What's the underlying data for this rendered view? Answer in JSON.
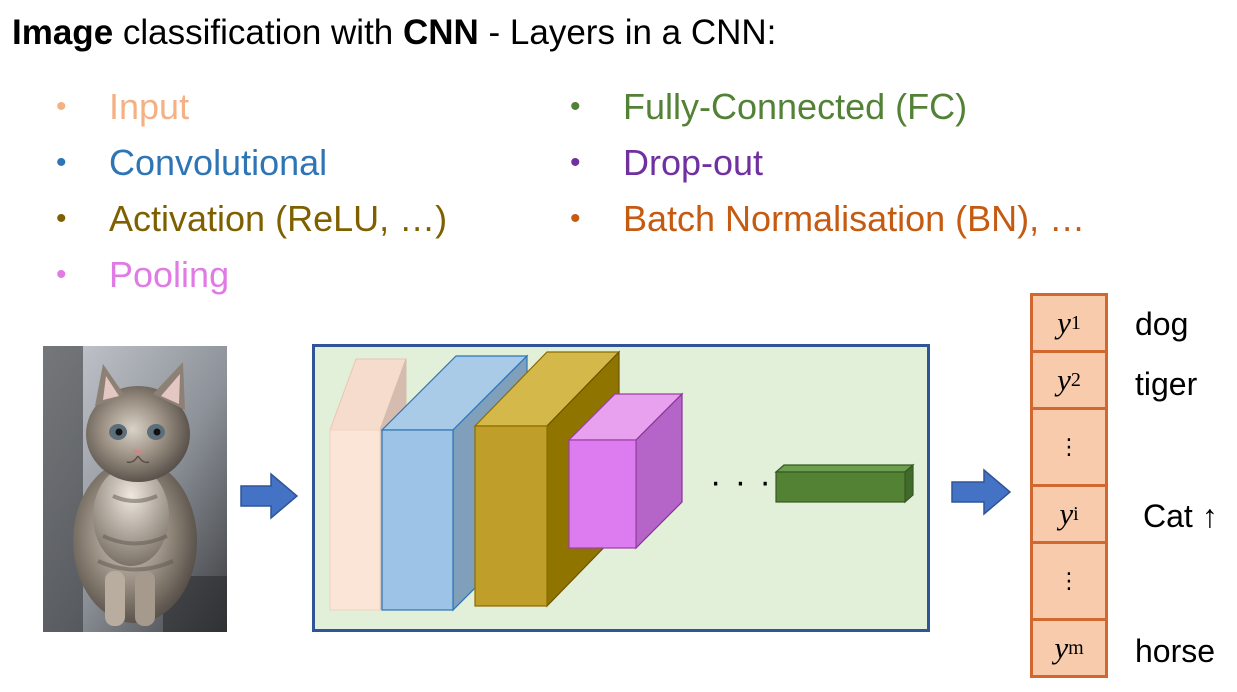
{
  "title": {
    "bold_1": "Image",
    "text_1": " classification with ",
    "bold_2": "CNN",
    "text_2": " - Layers in a CNN:"
  },
  "layers": [
    {
      "label": "Input",
      "color": "#f4b183"
    },
    {
      "label": "Convolutional",
      "color": "#2e75b6"
    },
    {
      "label": "Activation (ReLU, …)",
      "color": "#7f6000"
    },
    {
      "label": "Pooling",
      "color": "#e07be6"
    },
    {
      "label": "Fully-Connected (FC)",
      "color": "#538135"
    },
    {
      "label": "Drop-out",
      "color": "#7030a0"
    },
    {
      "label": "Batch Normalisation (BN), …",
      "color": "#c55a11"
    }
  ],
  "bullet_glyph": "•",
  "network": {
    "ellipsis": "· · ·",
    "blocks": [
      {
        "layer": "Input",
        "color": "#fbe5d6"
      },
      {
        "layer": "Convolutional",
        "color": "#9dc3e6"
      },
      {
        "layer": "Activation",
        "color": "#bf9000"
      },
      {
        "layer": "Pooling",
        "color": "#e07be6"
      },
      {
        "layer": "Fully-Connected",
        "color": "#548235"
      }
    ]
  },
  "output": {
    "cells": [
      {
        "symbol": "y",
        "sub": "1",
        "label": "dog"
      },
      {
        "symbol": "y",
        "sub": "2",
        "label": "tiger"
      },
      {
        "symbol": "",
        "sub": "",
        "label": ""
      },
      {
        "symbol": "y",
        "sub": "i",
        "label": "Cat ↑"
      },
      {
        "symbol": "",
        "sub": "",
        "label": ""
      },
      {
        "symbol": "y",
        "sub": "m",
        "label": "horse"
      }
    ],
    "vdots": "⋮"
  },
  "colors": {
    "arrow": "#4472c4",
    "network_border": "#2f5597",
    "network_bg": "#e2efd9",
    "output_border": "#d0682f",
    "output_fill": "#f8cbad"
  }
}
